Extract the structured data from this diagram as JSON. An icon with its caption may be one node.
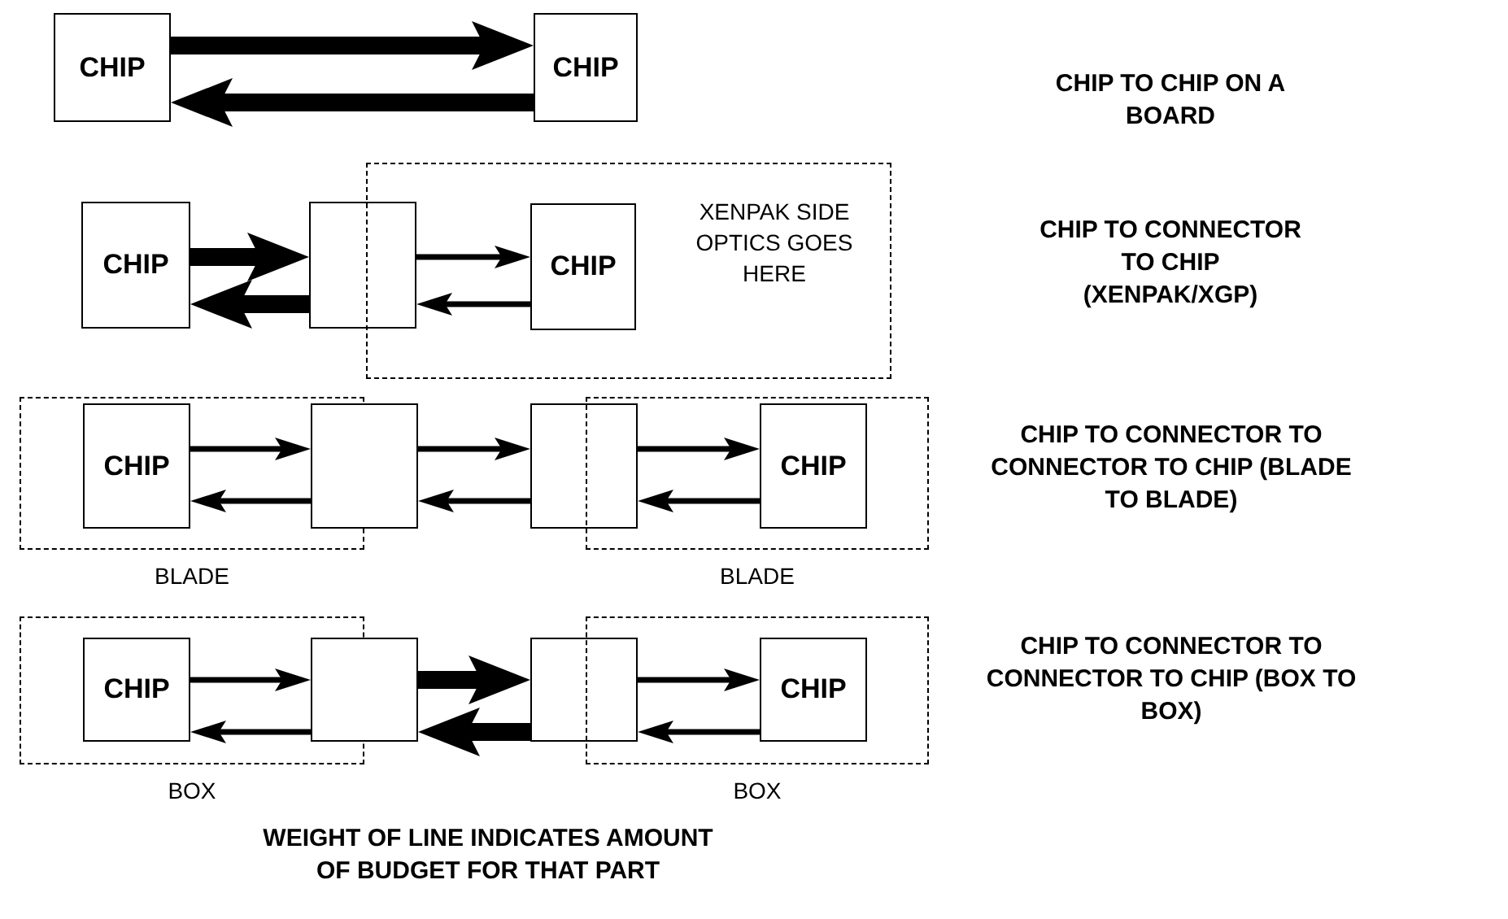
{
  "diagram": {
    "caption": "WEIGHT OF LINE INDICATES AMOUNT OF BUDGET FOR THAT PART",
    "nodes": [
      {
        "text": [
          "CHIP"
        ]
      },
      {
        "text": [
          "CHIP"
        ]
      },
      {
        "text": [
          "CHIP"
        ]
      },
      {
        "text": [],
        "shape": "box"
      },
      {
        "text": [
          "XENPAK SIDE OPTICS GOES HERE"
        ]
      },
      {
        "text": [
          "CHIP"
        ],
        "in": 4
      },
      {
        "text": [
          "BLADE"
        ]
      },
      {
        "text": [
          "CHIP"
        ],
        "in": 6
      },
      {
        "text": [],
        "shape": "box"
      },
      {
        "text": [],
        "shape": "box"
      },
      {
        "text": [
          "BLADE"
        ]
      },
      {
        "text": [
          "CHIP"
        ],
        "in": 10
      },
      {
        "text": [
          "BOX"
        ]
      },
      {
        "text": [
          "CHIP"
        ],
        "in": 12
      },
      {
        "text": [],
        "shape": "box"
      },
      {
        "text": [],
        "shape": "box"
      },
      {
        "text": [
          "BOX"
        ]
      },
      {
        "text": [
          "CHIP"
        ],
        "in": 16
      }
    ],
    "edges": [
      {
        "from": 0,
        "to": 1,
        "arrow": "to",
        "style": "thick"
      },
      {
        "from": 1,
        "to": 0,
        "arrow": "to",
        "style": "thick"
      },
      {
        "from": 2,
        "to": 3,
        "arrow": "to",
        "style": "thick"
      },
      {
        "from": 3,
        "to": 5,
        "arrow": "to"
      },
      {
        "from": 5,
        "to": 3,
        "arrow": "to"
      },
      {
        "from": 3,
        "to": 2,
        "arrow": "to",
        "style": "thick"
      },
      {
        "from": 7,
        "to": 8,
        "arrow": "to"
      },
      {
        "from": 8,
        "to": 9,
        "arrow": "to"
      },
      {
        "from": 9,
        "to": 11,
        "arrow": "to"
      },
      {
        "from": 11,
        "to": 9,
        "arrow": "to"
      },
      {
        "from": 9,
        "to": 8,
        "arrow": "to"
      },
      {
        "from": 8,
        "to": 7,
        "arrow": "to"
      },
      {
        "from": 13,
        "to": 14,
        "arrow": "to"
      },
      {
        "from": 14,
        "to": 15,
        "arrow": "to",
        "style": "thick"
      },
      {
        "from": 15,
        "to": 17,
        "arrow": "to"
      },
      {
        "from": 17,
        "to": 15,
        "arrow": "to"
      },
      {
        "from": 15,
        "to": 14,
        "arrow": "to",
        "style": "thick"
      },
      {
        "from": 14,
        "to": 13,
        "arrow": "to"
      }
    ],
    "labels": [
      "CHIP TO CHIP ON A BOARD",
      "CHIP TO CONNECTOR TO CHIP (XENPAK/XGP)",
      "CHIP TO CONNECTOR TO CONNECTOR TO CHIP (BLADE TO BLADE)",
      "CHIP TO CONNECTOR TO CONNECTOR TO CHIP (BOX TO BOX)"
    ]
  }
}
